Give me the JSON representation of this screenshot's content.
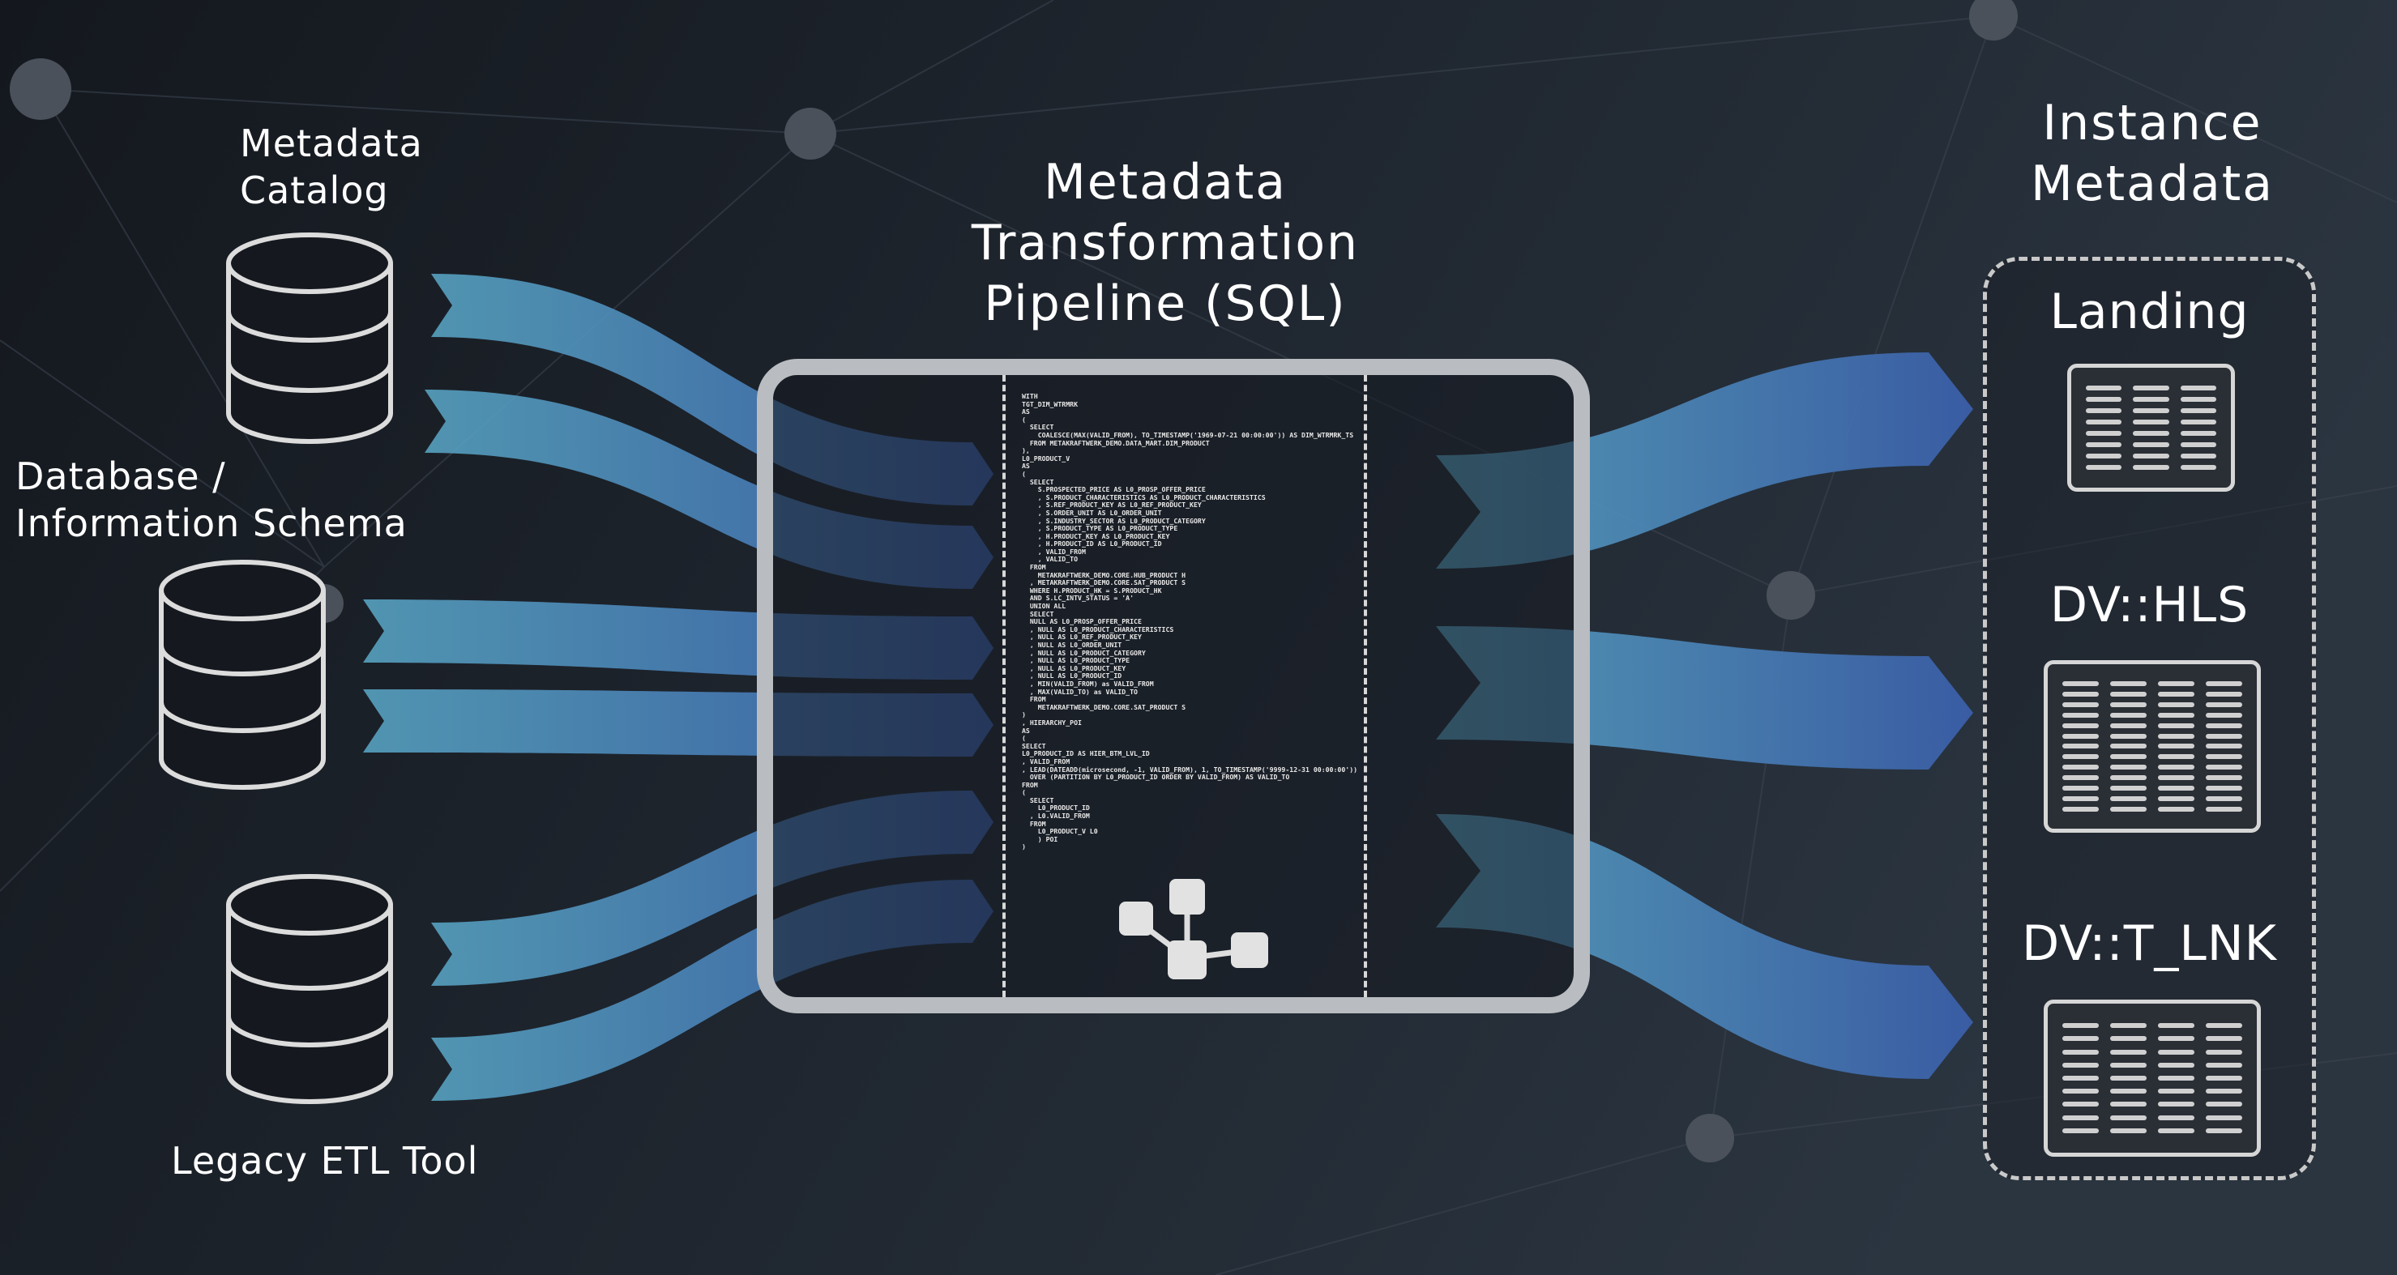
{
  "sources": [
    {
      "label_lines": [
        "Metadata",
        "Catalog"
      ]
    },
    {
      "label_lines": [
        "Database /",
        "Information Schema"
      ]
    },
    {
      "label_lines": [
        "Legacy ETL Tool"
      ]
    }
  ],
  "pipeline": {
    "title_lines": [
      "Metadata",
      "Transformation",
      "Pipeline (SQL)"
    ],
    "sql": [
      "WITH",
      "TGT_DIM_WTRMRK",
      "AS",
      "(",
      "  SELECT",
      "    COALESCE(MAX(VALID_FROM), TO_TIMESTAMP('1969-07-21 00:00:00')) AS DIM_WTRMRK_TS",
      "  FROM METAKRAFTWERK_DEMO.DATA_MART.DIM_PRODUCT",
      "),",
      "L0_PRODUCT_V",
      "AS",
      "(",
      "  SELECT",
      "    S.PROSPECTED_PRICE AS L0_PROSP_OFFER_PRICE",
      "    , S.PRODUCT_CHARACTERISTICS AS L0_PRODUCT_CHARACTERISTICS",
      "    , S.REF_PRODUCT_KEY AS L0_REF_PRODUCT_KEY",
      "    , S.ORDER_UNIT AS L0_ORDER_UNIT",
      "    , S.INDUSTRY_SECTOR AS L0_PRODUCT_CATEGORY",
      "    , S.PRODUCT_TYPE AS L0_PRODUCT_TYPE",
      "    , H.PRODUCT_KEY AS L0_PRODUCT_KEY",
      "    , H.PRODUCT_ID AS L0_PRODUCT_ID",
      "    , VALID_FROM",
      "    , VALID_TO",
      "  FROM",
      "    METAKRAFTWERK_DEMO.CORE.HUB_PRODUCT H",
      "  , METAKRAFTWERK_DEMO.CORE.SAT_PRODUCT S",
      "  WHERE H.PRODUCT_HK = S.PRODUCT_HK",
      "  AND S.LC_INTV_STATUS = 'A'",
      "  UNION ALL",
      "  SELECT",
      "  NULL AS L0_PROSP_OFFER_PRICE",
      "  , NULL AS L0_PRODUCT_CHARACTERISTICS",
      "  , NULL AS L0_REF_PRODUCT_KEY",
      "  , NULL AS L0_ORDER_UNIT",
      "  , NULL AS L0_PRODUCT_CATEGORY",
      "  , NULL AS L0_PRODUCT_TYPE",
      "  , NULL AS L0_PRODUCT_KEY",
      "  , NULL AS L0_PRODUCT_ID",
      "  , MIN(VALID_FROM) as VALID_FROM",
      "  , MAX(VALID_TO) as VALID_TO",
      "  FROM",
      "    METAKRAFTWERK_DEMO.CORE.SAT_PRODUCT S",
      ")",
      ", HIERARCHY_POI",
      "AS",
      "(",
      "SELECT",
      "L0_PRODUCT_ID AS HIER_BTM_LVL_ID",
      ", VALID_FROM",
      ", LEAD(DATEADD(microsecond, -1, VALID_FROM), 1, TO_TIMESTAMP('9999-12-31 00:00:00'))",
      "  OVER (PARTITION BY L0_PRODUCT_ID ORDER BY VALID_FROM) AS VALID_TO",
      "FROM",
      "(",
      "  SELECT",
      "    L0_PRODUCT_ID",
      "  , L0.VALID_FROM",
      "  FROM",
      "    L0_PRODUCT_V L0",
      "    ) POI",
      ")"
    ]
  },
  "targets": {
    "title_lines": [
      "Instance",
      "Metadata"
    ],
    "items": [
      {
        "label": "Landing"
      },
      {
        "label": "DV::HLS"
      },
      {
        "label": "DV::T_LNK"
      }
    ]
  },
  "colors": {
    "arrow_start": "#5aa9c9",
    "arrow_end": "#3a5ea8",
    "background": "#161b22"
  }
}
